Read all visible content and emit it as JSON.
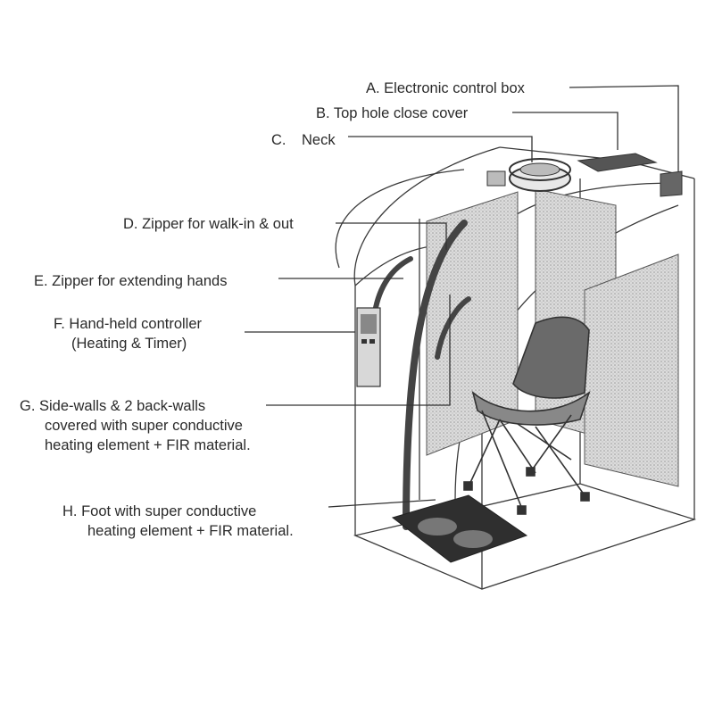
{
  "labels": {
    "a": "A. Electronic control box",
    "b": "B. Top hole close cover",
    "c_letter": "C.",
    "c": "Neck",
    "d": "D. Zipper for walk-in & out",
    "e": "E. Zipper for extending hands",
    "f1": "F. Hand-held controller",
    "f2": "(Heating & Timer)",
    "g1": "G. Side-walls & 2 back-walls",
    "g2": "covered with super conductive",
    "g3": "heating element + FIR material.",
    "h1": "H. Foot with super conductive",
    "h2": "heating element + FIR material."
  },
  "colors": {
    "ink": "#2a2a2a",
    "line": "#3a3a3a",
    "panel": "#cfcfcf",
    "dark": "#4a4a4a"
  }
}
